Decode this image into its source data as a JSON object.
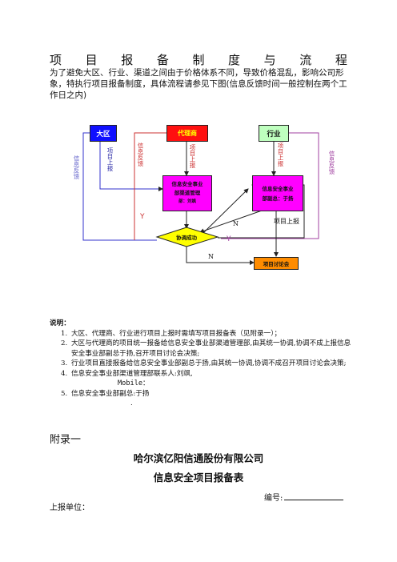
{
  "title_chars": [
    "项",
    "目",
    "报",
    "备",
    "制",
    "度",
    "与",
    "流",
    "程"
  ],
  "intro": "为了避免大区、行业、渠道之间由于价格体系不同，导致价格混乱，影响公司形象，特执行项目报备制度，具体流程请参见下图(信息反馈时间一般控制在两个工作日之内)",
  "flow": {
    "nodes": {
      "daqu": "大区",
      "dailishang": "代理商",
      "hangye": "行业",
      "qudao_line1": "信息安全事业",
      "qudao_line2": "部渠道管理",
      "qudao_line3": "部：刘飒",
      "fuzong_line1": "信息安全事业",
      "fuzong_line2": "部副总：于扬",
      "xietiao": "协调成功",
      "taolunhui": "项目讨论会"
    },
    "labels": {
      "feedback": "信息反馈",
      "report": "项目上报",
      "report_h": "项目上报",
      "y": "Y",
      "n": "N"
    },
    "colors": {
      "daqu": "#1010ff",
      "dailishang": "#ff1010",
      "hangye": "#bfffbf",
      "yellow": "#ffff00",
      "magenta": "#ff00ff",
      "orange": "#ff8c00",
      "blue_line": "#3333cc",
      "red_line": "#cc3333",
      "purple_line": "#a040a0"
    }
  },
  "notes": {
    "heading": "说明：",
    "items": [
      {
        "num": "1.",
        "text": "大区、代理商、行业进行项目上报时需填写项目报备表（见附录一）；"
      },
      {
        "num": "2.",
        "text": "大区与代理商的项目统一报备给信息安全事业部渠道管理部,由其统一协调,协调不成上报信息安全事业部副总于扬,召开项目讨论会决策;"
      },
      {
        "num": "3.",
        "text": "行业项目直接报备给信息安全事业部副总于扬,由其统一协调,协调不成召开项目讨论会决策;"
      },
      {
        "num": "4.",
        "text": "信息安全事业部渠道管理部联系人:刘飒,"
      },
      {
        "num": "",
        "text": "Mobile："
      },
      {
        "num": "5.",
        "text": "信息安全事业部副总:于扬"
      },
      {
        "num": "",
        "text": "."
      }
    ]
  },
  "appendix": "附录一",
  "company": "哈尔滨亿阳信通股份有限公司",
  "form_title": "信息安全项目报备表",
  "serial_label": "编号:",
  "unit_label": "上报单位："
}
